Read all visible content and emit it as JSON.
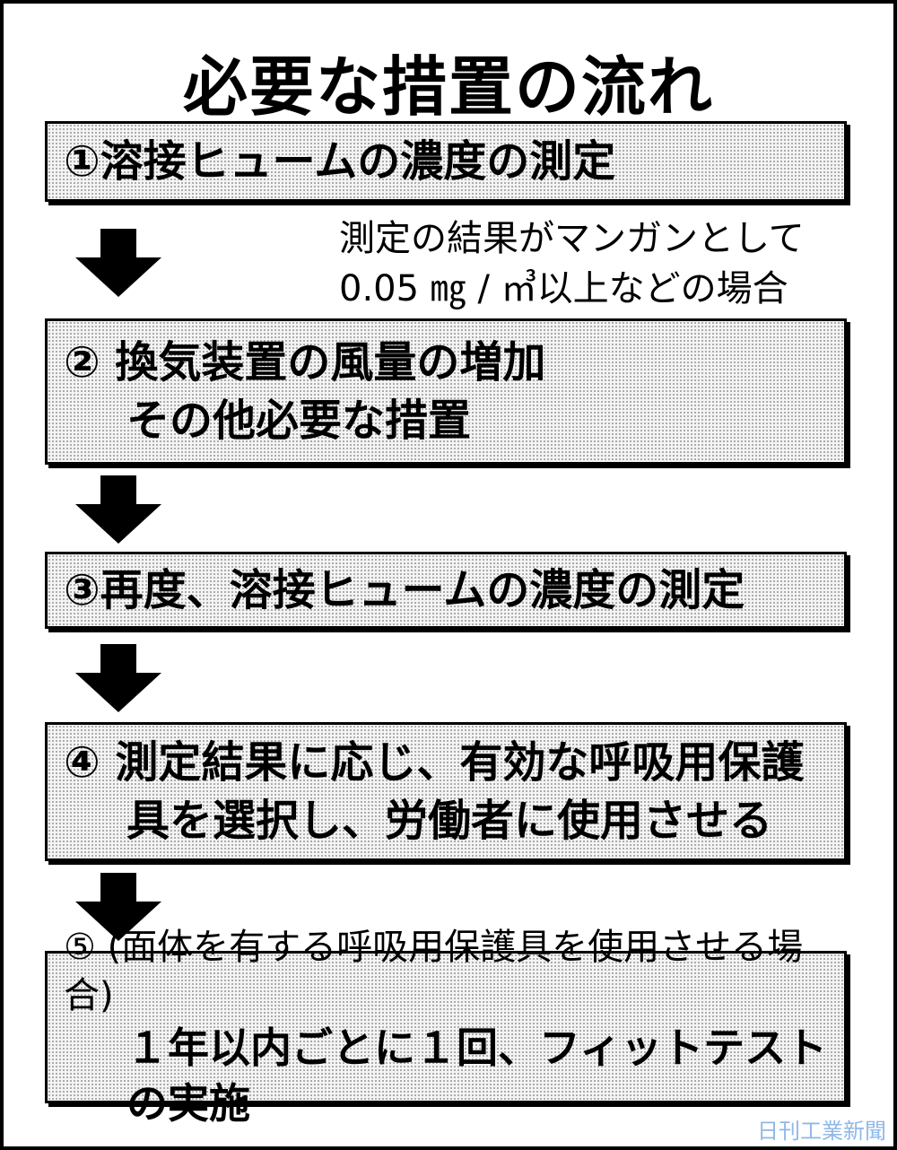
{
  "title": "必要な措置の流れ",
  "steps": [
    {
      "line1": "①溶接ヒュームの濃度の測定"
    },
    {
      "line1": "② 換気装置の風量の増加",
      "line2": "その他必要な措置"
    },
    {
      "line1": "③再度、溶接ヒュームの濃度の測定"
    },
    {
      "line1": "④ 測定結果に応じ、有効な呼吸用保護",
      "line2": "具を選択し、労働者に使用させる"
    },
    {
      "line1": "⑤ (面体を有する呼吸用保護具を使用させる場合)",
      "line2": "１年以内ごとに１回、フィットテストの実施"
    }
  ],
  "condition_note": {
    "line1": "測定の結果がマンガンとして",
    "line2": "0.05 ㎎ / ㎥以上などの場合"
  },
  "watermark": "日刊工業新聞",
  "colors": {
    "watermark": "#8fb8e8",
    "ink": "#000000"
  }
}
